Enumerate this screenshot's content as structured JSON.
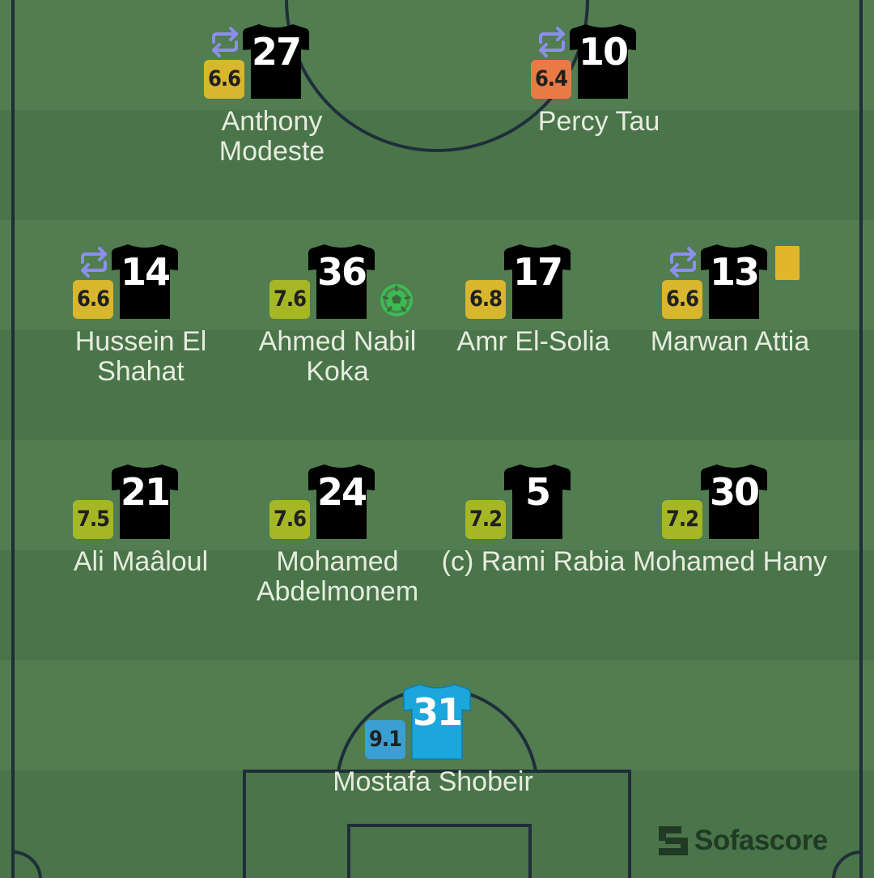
{
  "colors": {
    "rating_high": "#a6b726",
    "rating_mid": "#d8b62e",
    "rating_low": "#ea7a45",
    "rating_top": "#3aa0d3",
    "jersey_outfield": "#000000",
    "jersey_goalkeeper": "#1ba7dc",
    "sub_icon": "#8b8ff0",
    "goal_icon": "#3dbb53",
    "yellow_card": "#e2b62a",
    "pitch_line": "#1f2e3a"
  },
  "players": [
    {
      "id": "modeste",
      "number": "27",
      "rating": "6.6",
      "rating_color": "#d8b62e",
      "name": "Anthony Modeste",
      "subbed": true,
      "goal": false,
      "yellow_card": false,
      "goalkeeper": false
    },
    {
      "id": "tau",
      "number": "10",
      "rating": "6.4",
      "rating_color": "#ea7a45",
      "name": "Percy Tau",
      "subbed": true,
      "goal": false,
      "yellow_card": false,
      "goalkeeper": false
    },
    {
      "id": "el-shahat",
      "number": "14",
      "rating": "6.6",
      "rating_color": "#d8b62e",
      "name": "Hussein El Shahat",
      "subbed": true,
      "goal": false,
      "yellow_card": false,
      "goalkeeper": false
    },
    {
      "id": "koka",
      "number": "36",
      "rating": "7.6",
      "rating_color": "#a6b726",
      "name": "Ahmed Nabil Koka",
      "subbed": false,
      "goal": true,
      "yellow_card": false,
      "goalkeeper": false
    },
    {
      "id": "el-solia",
      "number": "17",
      "rating": "6.8",
      "rating_color": "#d8b62e",
      "name": "Amr El-Solia",
      "subbed": false,
      "goal": false,
      "yellow_card": false,
      "goalkeeper": false
    },
    {
      "id": "attia",
      "number": "13",
      "rating": "6.6",
      "rating_color": "#d8b62e",
      "name": "Marwan Attia",
      "subbed": true,
      "goal": false,
      "yellow_card": true,
      "goalkeeper": false
    },
    {
      "id": "maaloul",
      "number": "21",
      "rating": "7.5",
      "rating_color": "#a6b726",
      "name": "Ali Maâloul",
      "subbed": false,
      "goal": false,
      "yellow_card": false,
      "goalkeeper": false
    },
    {
      "id": "abdelmonem",
      "number": "24",
      "rating": "7.6",
      "rating_color": "#a6b726",
      "name": "Mohamed Abdelmonem",
      "subbed": false,
      "goal": false,
      "yellow_card": false,
      "goalkeeper": false
    },
    {
      "id": "rabia",
      "number": "5",
      "rating": "7.2",
      "rating_color": "#a6b726",
      "name": "(c) Rami Rabia",
      "subbed": false,
      "goal": false,
      "yellow_card": false,
      "goalkeeper": false
    },
    {
      "id": "hany",
      "number": "30",
      "rating": "7.2",
      "rating_color": "#a6b726",
      "name": "Mohamed Hany",
      "subbed": false,
      "goal": false,
      "yellow_card": false,
      "goalkeeper": false
    },
    {
      "id": "shobeir",
      "number": "31",
      "rating": "9.1",
      "rating_color": "#3aa0d3",
      "name": "Mostafa Shobeir",
      "subbed": false,
      "goal": false,
      "yellow_card": false,
      "goalkeeper": true
    }
  ],
  "watermark": {
    "text": "Sofascore"
  }
}
